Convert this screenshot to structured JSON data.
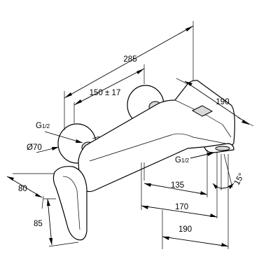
{
  "drawing": {
    "overall_width": "285",
    "connection_spacing": "150 ± 17",
    "spout_depth": "190",
    "inlet_thread_prefix": "G",
    "inlet_thread_fraction": "1/2",
    "rosette_diameter": "Ø70",
    "outlet_thread_prefix": "G",
    "outlet_thread_fraction": "1/2",
    "lever_projection": "80",
    "lever_height": "85",
    "outlet_dim_1": "135",
    "outlet_dim_2": "170",
    "outlet_dim_3": "190",
    "spout_angle": "15°"
  }
}
